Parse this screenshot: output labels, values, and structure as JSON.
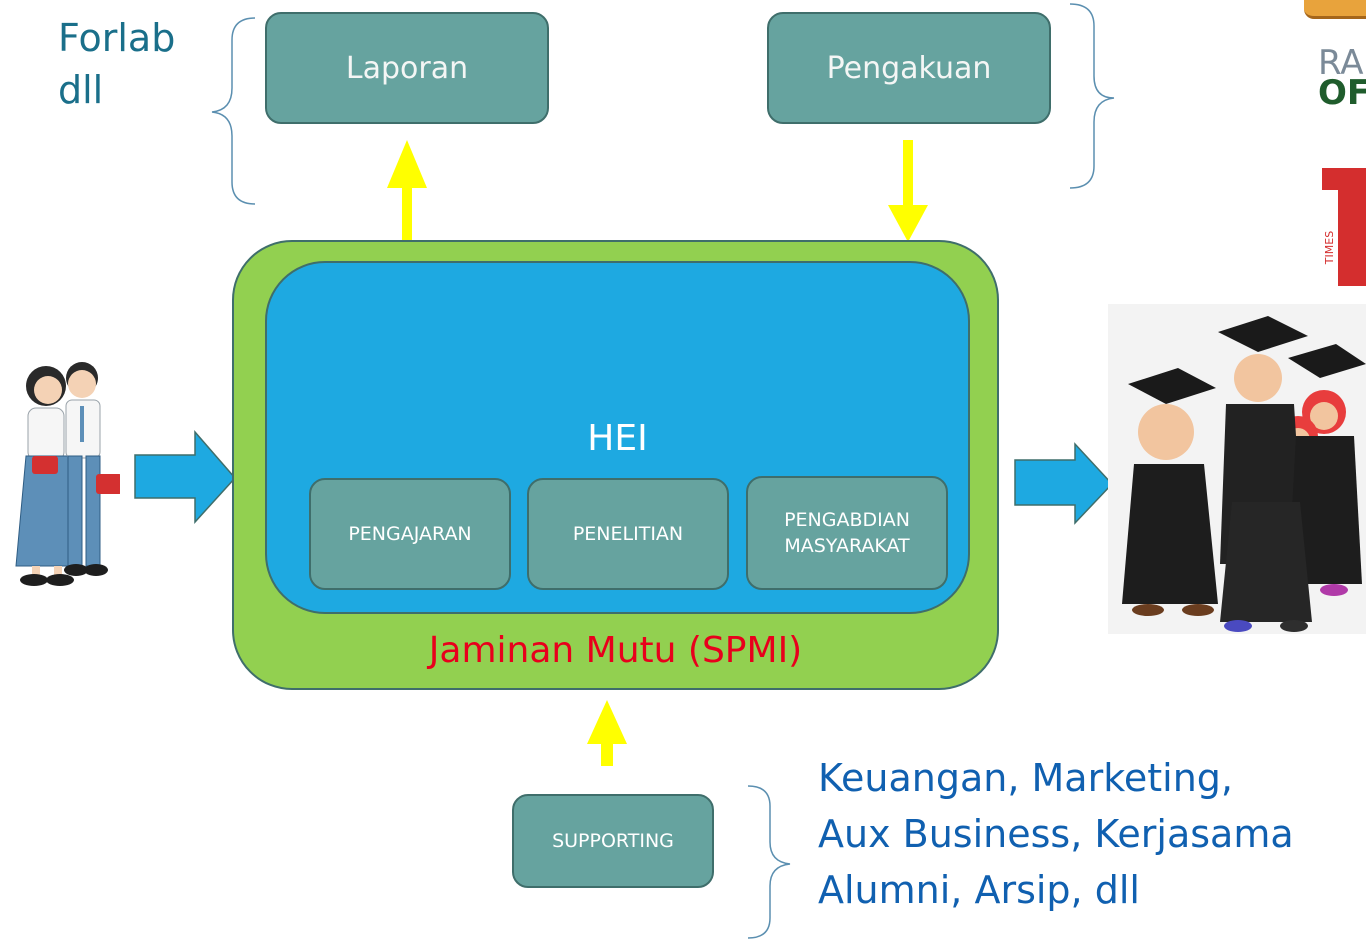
{
  "top": {
    "left_note": [
      "Forlab",
      "dll"
    ],
    "report_label": "Laporan",
    "recognition_label": "Pengakuan"
  },
  "hei": {
    "title": "HEI",
    "quality_label": "Jaminan Mutu (SPMI)",
    "functions": [
      "PENGAJARAN",
      "PENELITIAN",
      "PENGABDIAN MASYARAKAT"
    ]
  },
  "supporting": {
    "label": "SUPPORTING",
    "details": [
      "Keuangan, Marketing,",
      "Aux Business, Kerjasama",
      "Alumni, Arsip, dll"
    ]
  },
  "logos": {
    "times_vertical_text": "TIMES",
    "partial_logo_text": "RA OF"
  },
  "colors": {
    "teal_box": "#66a39f",
    "outer_green": "#92d050",
    "inner_blue": "#1ea9e1",
    "arrow_yellow": "#ffff00",
    "arrow_blue": "#1ea9e1",
    "quality_red": "#e8001c"
  }
}
